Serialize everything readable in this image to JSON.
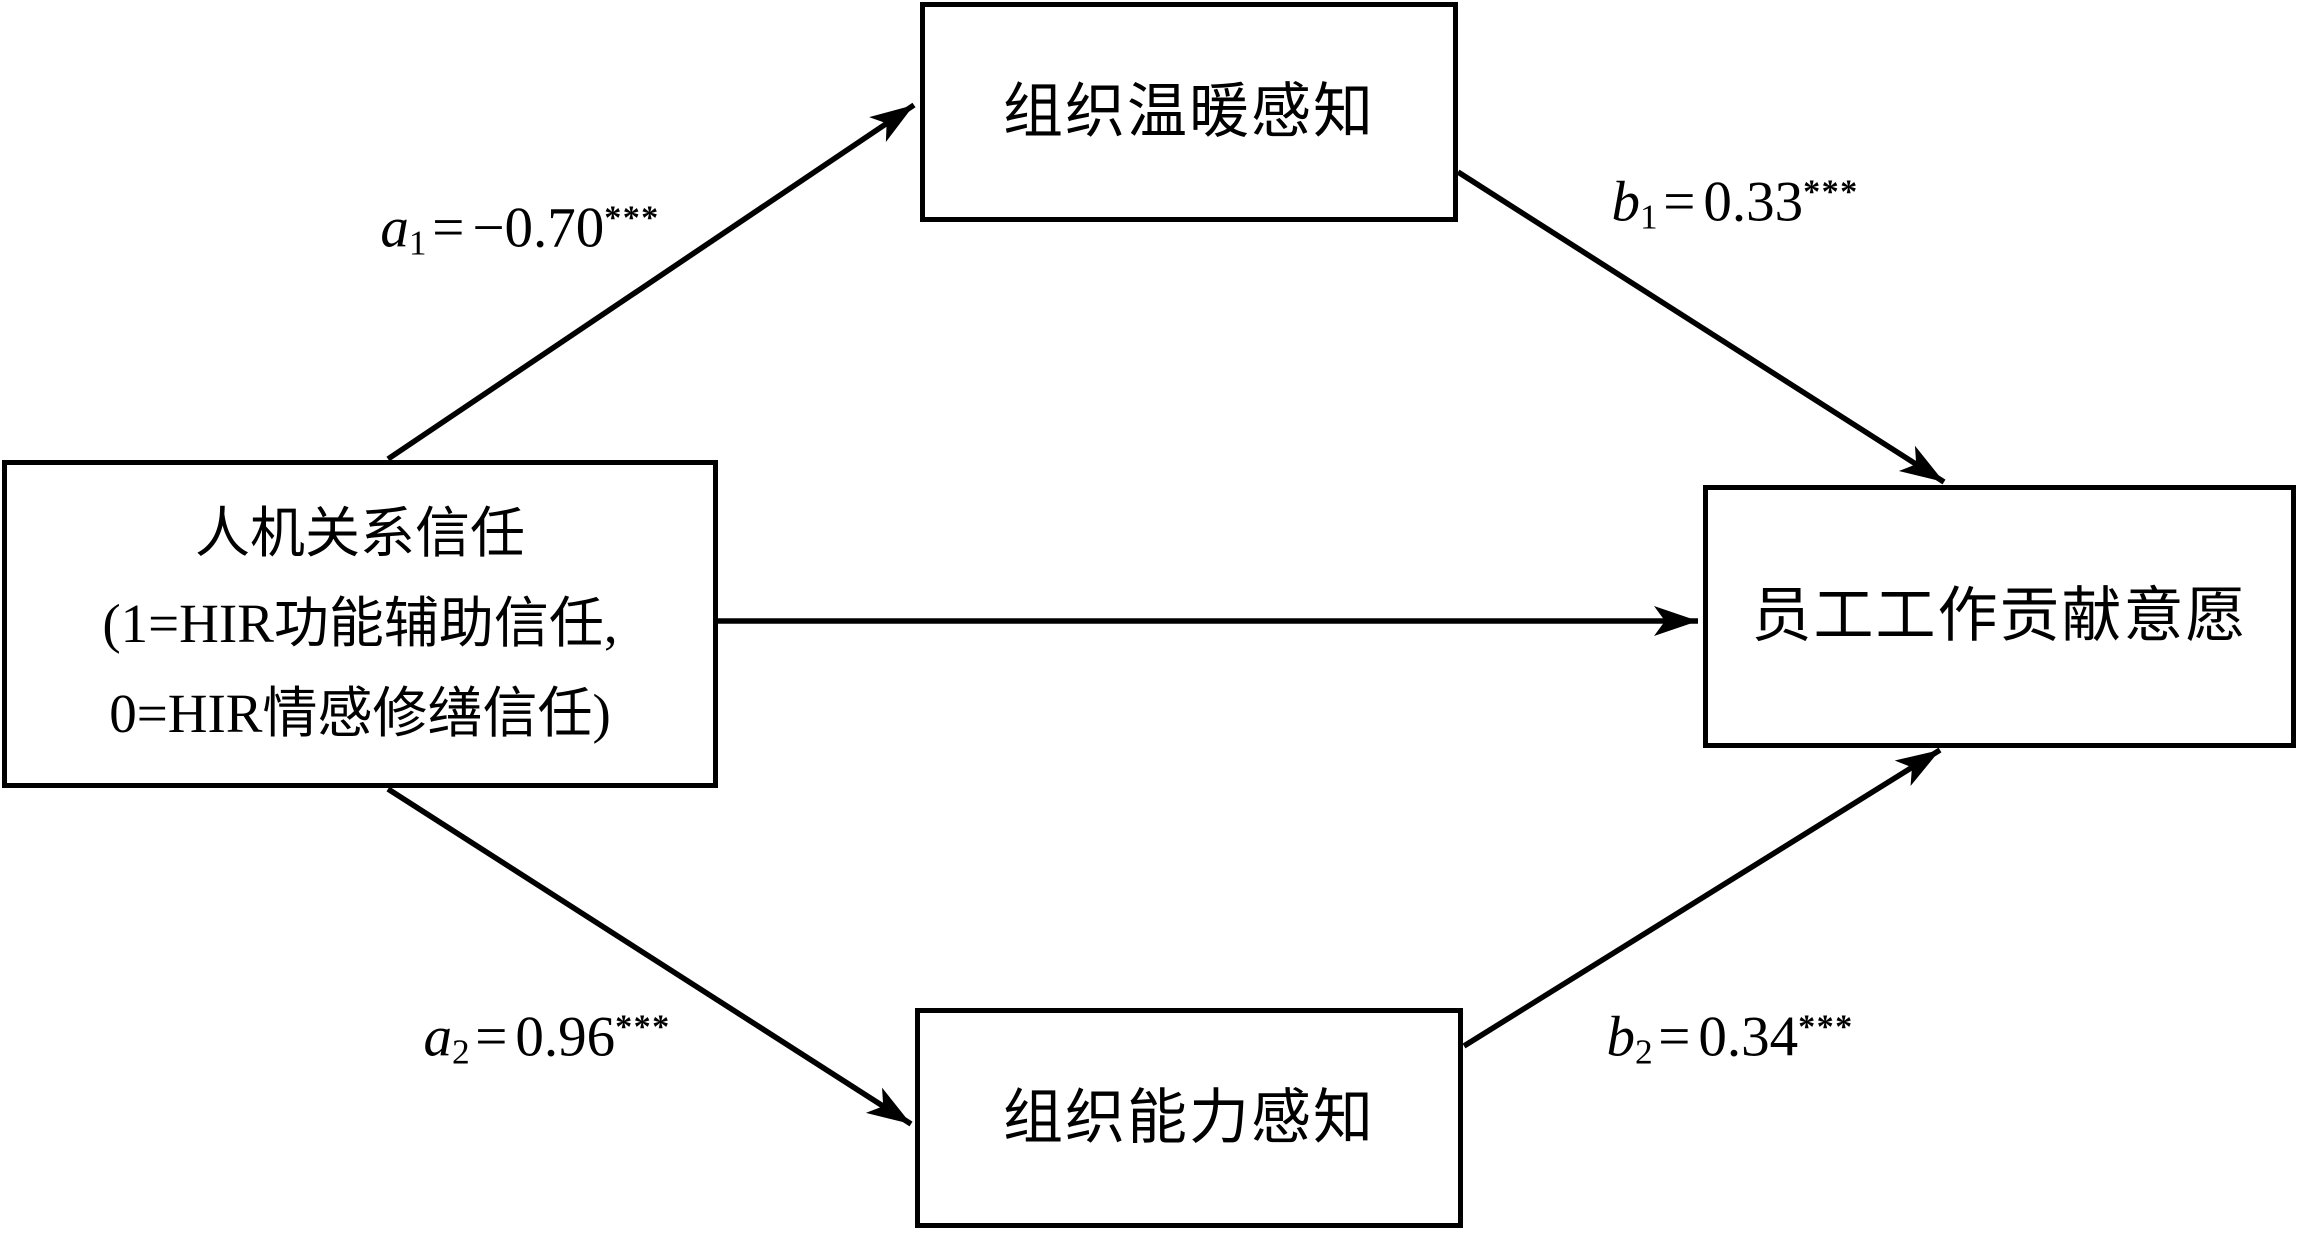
{
  "diagram": {
    "type": "mediation-path-model",
    "colors": {
      "ink": "#000000",
      "paper": "#ffffff"
    }
  },
  "boxes": {
    "iv": {
      "lines": [
        "人机关系信任",
        "(1=HIR功能辅助信任,",
        "0=HIR情感修缮信任)"
      ]
    },
    "m1": {
      "label": "组织温暖感知"
    },
    "m2": {
      "label": "组织能力感知"
    },
    "dv": {
      "label": "员工工作贡献意愿"
    }
  },
  "path_labels": {
    "a1": {
      "letter": "a",
      "sub": "1",
      "eq": "=",
      "value": "−0.70",
      "stars": "***"
    },
    "b1": {
      "letter": "b",
      "sub": "1",
      "eq": "=",
      "value": "0.33",
      "stars": "***"
    },
    "a2": {
      "letter": "a",
      "sub": "2",
      "eq": "=",
      "value": "0.96",
      "stars": "***"
    },
    "b2": {
      "letter": "b",
      "sub": "2",
      "eq": "=",
      "value": "0.34",
      "stars": "***"
    }
  }
}
